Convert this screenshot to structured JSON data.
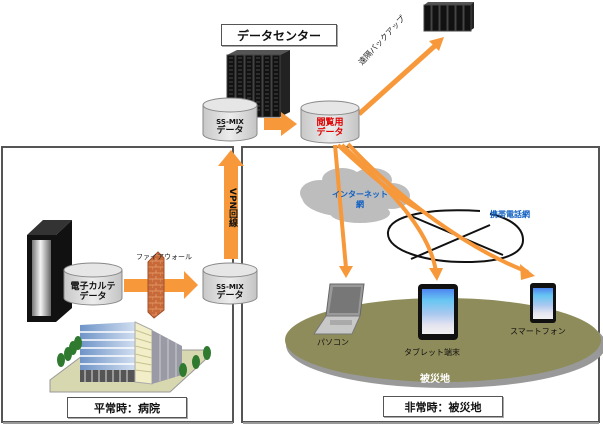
{
  "title": "データセンター",
  "colors": {
    "arrow": "#F7983A",
    "red_text": "#E00000",
    "blue_text": "#1060C0",
    "ground": "#8E8C5A",
    "cloud": "#BDBDBD",
    "panel_border": "#555555"
  },
  "data_center": {
    "label": "データセンター",
    "ssmix_db": {
      "line1": "SS-MIX",
      "line2": "データ"
    },
    "viewer_db": {
      "line1": "閲覧用",
      "line2": "データ"
    },
    "backup_label": "遠隔バックアップ"
  },
  "hospital_panel": {
    "caption": "平常時：病院",
    "emr_db": {
      "line1": "電子カルテ",
      "line2": "データ"
    },
    "firewall_label": "ファイアウォール",
    "ssmix_db": {
      "line1": "SS-MIX",
      "line2": "データ"
    },
    "vpn_label": "VPN回線"
  },
  "disaster_panel": {
    "caption": "非常時：被災地",
    "internet_label_line1": "インターネット",
    "internet_label_line2": "網",
    "mobile_label": "携帯電話網",
    "ground_label": "被災地",
    "devices": [
      {
        "name": "pc",
        "label": "パソコン"
      },
      {
        "name": "tablet",
        "label": "タブレット端末"
      },
      {
        "name": "smartphone",
        "label": "スマートフォン"
      }
    ]
  }
}
